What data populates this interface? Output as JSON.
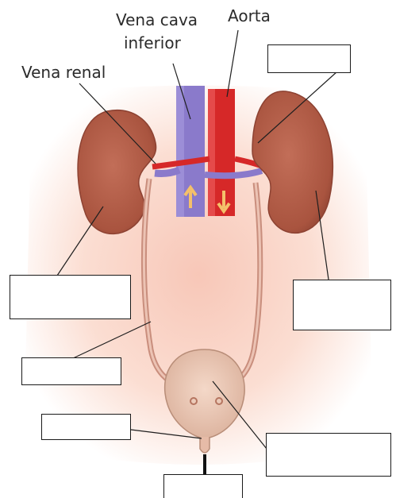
{
  "labels": {
    "vena_cava_line1": "Vena cava",
    "vena_cava_line2": "inferior",
    "aorta": "Aorta",
    "vena_renal": "Vena renal"
  },
  "answer_boxes": [
    {
      "id": "top-right",
      "text": ""
    },
    {
      "id": "left-kidney",
      "text": ""
    },
    {
      "id": "right-kidney",
      "text": ""
    },
    {
      "id": "ureter",
      "text": ""
    },
    {
      "id": "urethra",
      "text": ""
    },
    {
      "id": "bladder",
      "text": ""
    },
    {
      "id": "bottom",
      "text": ""
    }
  ],
  "colors": {
    "skin": "#f9d8cc",
    "kidney": "#b5604a",
    "kidney_dark": "#8f4535",
    "vein": "#8878c8",
    "artery": "#d42a2a",
    "bladder": "#edc9b6",
    "ureter": "#d7a595",
    "arrow": "#f4c06a"
  }
}
